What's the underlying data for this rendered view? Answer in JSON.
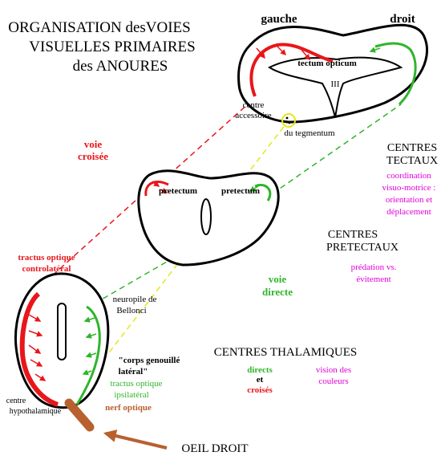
{
  "title": {
    "line1": "ORGANISATION desVOIES",
    "line2": "VISUELLES PRIMAIRES",
    "line3": "des ANOURES"
  },
  "sides": {
    "left": "gauche",
    "right": "droit"
  },
  "tectum": {
    "label": "tectum opticum",
    "ventricle": "III",
    "accessory_line1": "centre",
    "accessory_line2": "accessoire",
    "accessory_line3": "du tegmentum"
  },
  "pathways": {
    "crossed_line1": "voie",
    "crossed_line2": "croisée",
    "direct_line1": "voie",
    "direct_line2": "directe"
  },
  "pretectum": {
    "left": "pretectum",
    "right": "pretectum"
  },
  "thalamus": {
    "tract_contra_line1": "tractus optique",
    "tract_contra_line2": "controlatéral",
    "neuropile_line1": "neuropile de",
    "neuropile_line2": "Bellonci",
    "geniculate_line1": "\"corps genouillé",
    "geniculate_line2": "latéral\"",
    "tract_ipsi_line1": "tractus optique",
    "tract_ipsi_line2": "ipsilatéral",
    "hypothalamic_line1": "centre",
    "hypothalamic_line2": "hypothalamique",
    "optic_nerve": "nerf optique",
    "eye": "OEIL DROIT"
  },
  "centres": {
    "tectal_line1": "CENTRES",
    "tectal_line2": "TECTAUX",
    "tectal_fn_line1": "coordination",
    "tectal_fn_line2": "visuo-motrice :",
    "tectal_fn_line3": "orientation et",
    "tectal_fn_line4": "déplacement",
    "pretectal_line1": "CENTRES",
    "pretectal_line2": "PRETECTAUX",
    "pretectal_fn_line1": "prédation vs.",
    "pretectal_fn_line2": "évitement",
    "thalamic": "CENTRES  THALAMIQUES",
    "thalamic_direct": "directs",
    "thalamic_and": "et",
    "thalamic_crossed": "croisés",
    "thalamic_fn_line1": "vision des",
    "thalamic_fn_line2": "couleurs"
  },
  "colors": {
    "crossed": "#e8161b",
    "direct": "#2fb52a",
    "accessory": "#e6e61a",
    "function": "#e000d8",
    "nerve": "#b8612f",
    "outline": "#000000"
  }
}
